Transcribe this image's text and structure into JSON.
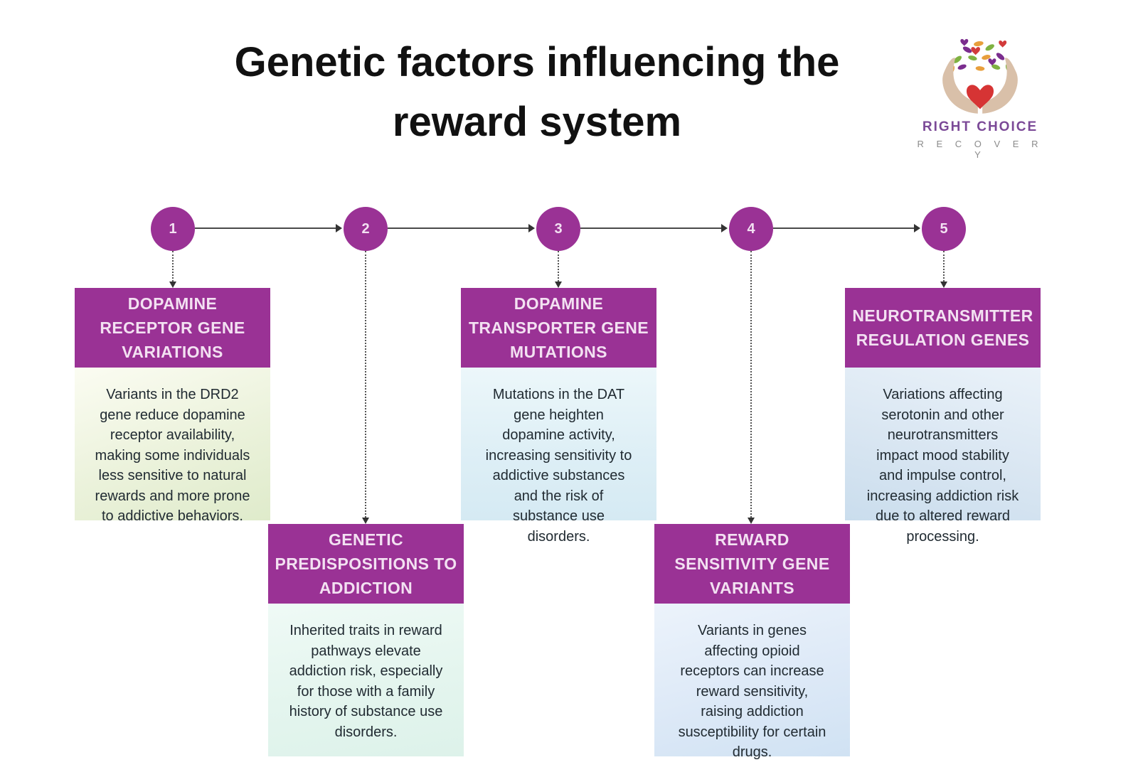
{
  "header": {
    "title": "Genetic factors influencing the\nreward system"
  },
  "logo": {
    "name": "RIGHT CHOICE",
    "tagline": "R E C O V E R Y"
  },
  "steps": [
    {
      "number": "1",
      "title": "DOPAMINE\nRECEPTOR GENE\nVARIATIONS",
      "description": "Variants in the DRD2\ngene reduce dopamine\nreceptor availability,\nmaking some individuals\nless sensitive to natural\nrewards and more prone\nto addictive behaviors."
    },
    {
      "number": "2",
      "title": "GENETIC\nPREDISPOSITIONS TO\nADDICTION",
      "description": "Inherited traits in reward\npathways elevate\naddiction risk, especially\nfor those with a family\nhistory of substance use\ndisorders."
    },
    {
      "number": "3",
      "title": "DOPAMINE\nTRANSPORTER GENE\nMUTATIONS",
      "description": "Mutations in the DAT\ngene heighten\ndopamine activity,\nincreasing sensitivity to\naddictive substances\nand the risk of\nsubstance use\ndisorders."
    },
    {
      "number": "4",
      "title": "REWARD\nSENSITIVITY GENE\nVARIANTS",
      "description": "Variants in genes\naffecting opioid\nreceptors can increase\nreward sensitivity,\nraising addiction\nsusceptibility for certain\ndrugs."
    },
    {
      "number": "5",
      "title": "NEUROTRANSMITTER\nREGULATION GENES",
      "description": "Variations affecting\nserotonin and other\nneurotransmitters\nimpact mood stability\nand impulse control,\nincreasing addiction risk\ndue to altered reward\nprocessing."
    }
  ],
  "colors": {
    "accent_purple": "#9A3295",
    "header_text": "#F3E1F2",
    "body_text": "#212B32",
    "connector": "#4A4A4A",
    "logo_purple": "#7B4997",
    "logo_gray": "#8B8B8B"
  }
}
